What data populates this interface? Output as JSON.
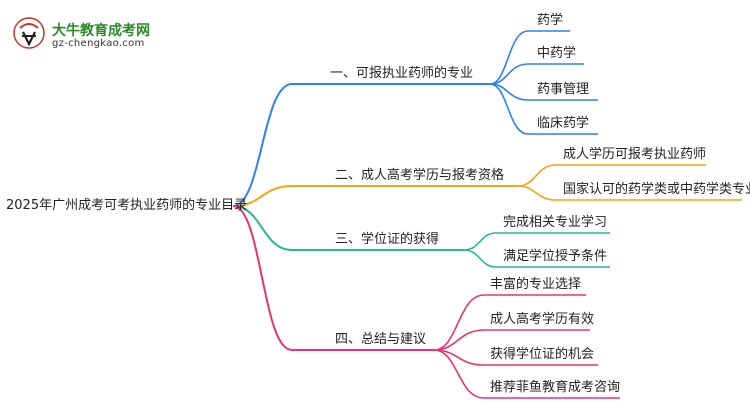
{
  "logo": {
    "site_name": "大牛教育成考网",
    "url": "gz-chengkao.com"
  },
  "root": "2025年广州成考可考执业药师的专业目录",
  "branches": [
    {
      "label": "一、可报执业药师的专业",
      "color": "#2f80ed",
      "children": [
        "药学",
        "中药学",
        "药事管理",
        "临床药学"
      ]
    },
    {
      "label": "二、成人高考学历与报考资格",
      "color": "#f2a516",
      "children": [
        "成人学历可报考执业药师",
        "国家认可的药学类或中药学类专业"
      ]
    },
    {
      "label": "三、学位证的获得",
      "color": "#25b89a",
      "children": [
        "完成相关专业学习",
        "满足学位授予条件"
      ]
    },
    {
      "label": "四、总结与建议",
      "color": "#e8336d",
      "children": [
        "丰富的专业选择",
        "成人高考学历有效",
        "获得学位证的机会",
        "推荐菲鱼教育成考咨询"
      ]
    }
  ]
}
